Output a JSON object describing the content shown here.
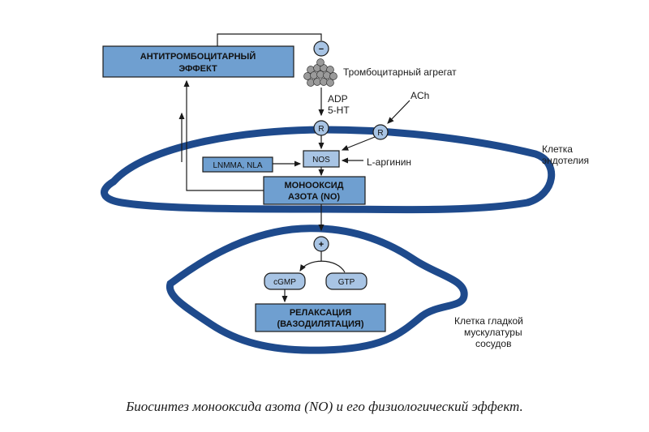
{
  "boxes": {
    "antithrombo_line1": "АНТИТРОМБОЦИТАРНЫЙ",
    "antithrombo_line2": "ЭФФЕКТ",
    "lnmma": "LNMMA, NLA",
    "nos": "NOS",
    "no_line1": "МОНООКСИД",
    "no_line2": "АЗОТА (NO)",
    "cgmp": "cGMP",
    "gtp": "GTP",
    "relax_line1": "РЕЛАКСАЦИЯ",
    "relax_line2": "(ВАЗОДИЛЯТАЦИЯ)"
  },
  "symbols": {
    "minus": "−",
    "plus": "+",
    "receptor": "R"
  },
  "labels": {
    "platelet_aggregate": "Тромбоцитарный агрегат",
    "adp": "ADP",
    "ht": "5-HT",
    "ach": "ACh",
    "l_arginine": "L-аргинин",
    "endothelial_line1": "Клетка",
    "endothelial_line2": "эндотелия",
    "smooth_line1": "Клетка гладкой",
    "smooth_line2": "мускулатуры",
    "smooth_line3": "сосудов"
  },
  "caption": "Биосинтез монооксида азота (NO) и его физиологический эффект.",
  "colors": {
    "membrane": "#1e4a8c",
    "box_fill": "#6f9fd0",
    "node_fill": "#a8c4e4",
    "ink": "#1a1a1a"
  }
}
